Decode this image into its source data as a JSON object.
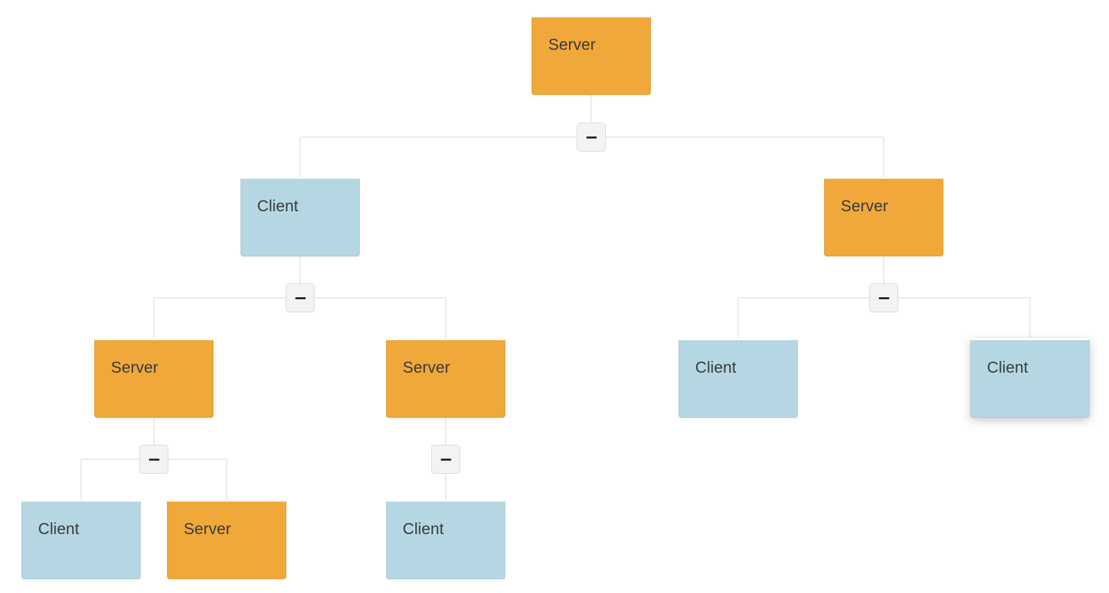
{
  "tree": {
    "root": {
      "label": "Server",
      "type": "server",
      "toggle": "collapse"
    },
    "level1": [
      {
        "label": "Client",
        "type": "client",
        "toggle": "collapse"
      },
      {
        "label": "Server",
        "type": "server",
        "toggle": "collapse"
      }
    ],
    "level2": [
      {
        "label": "Server",
        "type": "server",
        "toggle": "collapse"
      },
      {
        "label": "Server",
        "type": "server",
        "toggle": "collapse"
      },
      {
        "label": "Client",
        "type": "client"
      },
      {
        "label": "Client",
        "type": "client"
      }
    ],
    "level3": [
      {
        "label": "Client",
        "type": "client"
      },
      {
        "label": "Server",
        "type": "server"
      },
      {
        "label": "Client",
        "type": "client"
      }
    ]
  },
  "colors": {
    "server": "#f0a83a",
    "client": "#b5d7e3",
    "connector": "#e2e2e2",
    "toggle_bg": "#f3f3f3"
  },
  "icons": {
    "toggle": "minus-icon"
  }
}
